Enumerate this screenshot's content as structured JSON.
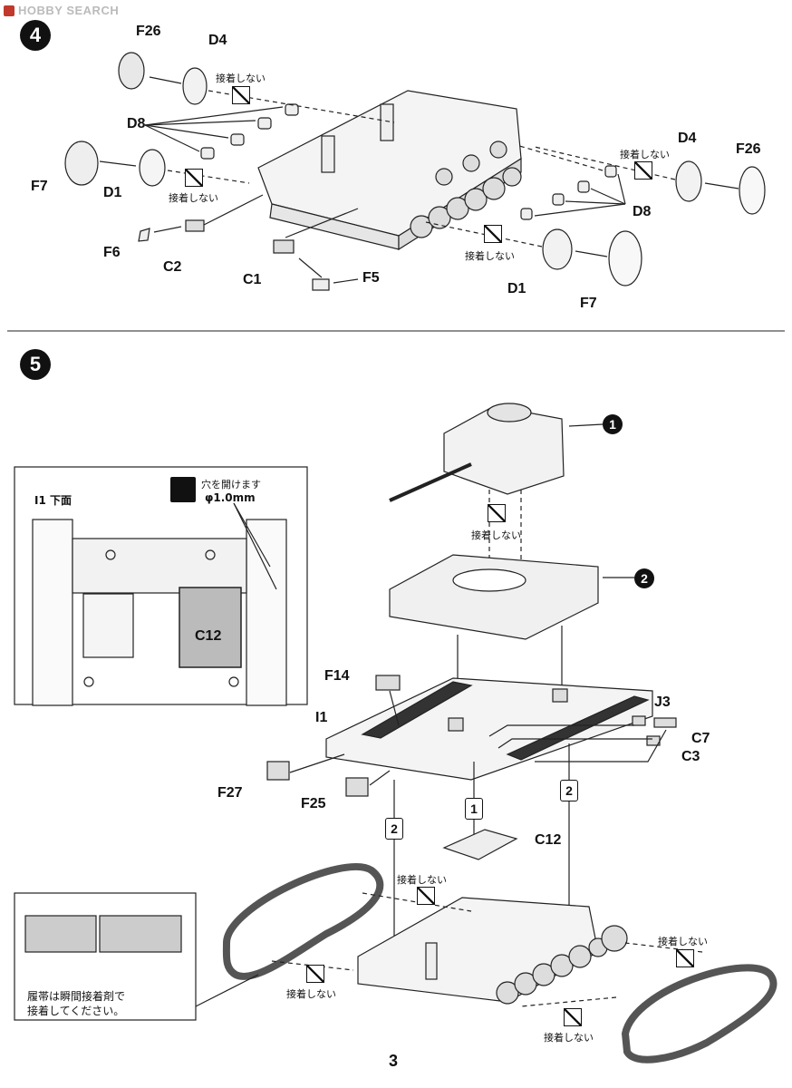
{
  "header": {
    "logo_text": "HOBBY SEARCH"
  },
  "step4": {
    "number": "4",
    "labels": {
      "f26_top": "F26",
      "d4_top": "D4",
      "d8_left": "D8",
      "f7_left": "F7",
      "d1_left": "D1",
      "f6": "F6",
      "c2": "C2",
      "c1": "C1",
      "f5": "F5",
      "d4_right": "D4",
      "f26_right": "F26",
      "d8_right": "D8",
      "d1_bottom": "D1",
      "f7_bottom": "F7"
    },
    "no_glue_text": "接着しない"
  },
  "step5": {
    "number": "5",
    "sub_1": "1",
    "sub_2": "2",
    "inset": {
      "title": "I1 下面",
      "drill_note": "穴を開けます",
      "drill_size": "φ1.0mm",
      "part_label": "C12"
    },
    "labels": {
      "f14": "F14",
      "i1": "I1",
      "j3": "J3",
      "c7": "C7",
      "c3": "C3",
      "f27": "F27",
      "f25": "F25",
      "c12": "C12",
      "box_1": "1",
      "box_2_left": "2",
      "box_2_right": "2"
    },
    "no_glue_text": "接着しない",
    "track_note_line1": "履帯は瞬間接着剤で",
    "track_note_line2": "接着してください。"
  },
  "page_number": "3"
}
